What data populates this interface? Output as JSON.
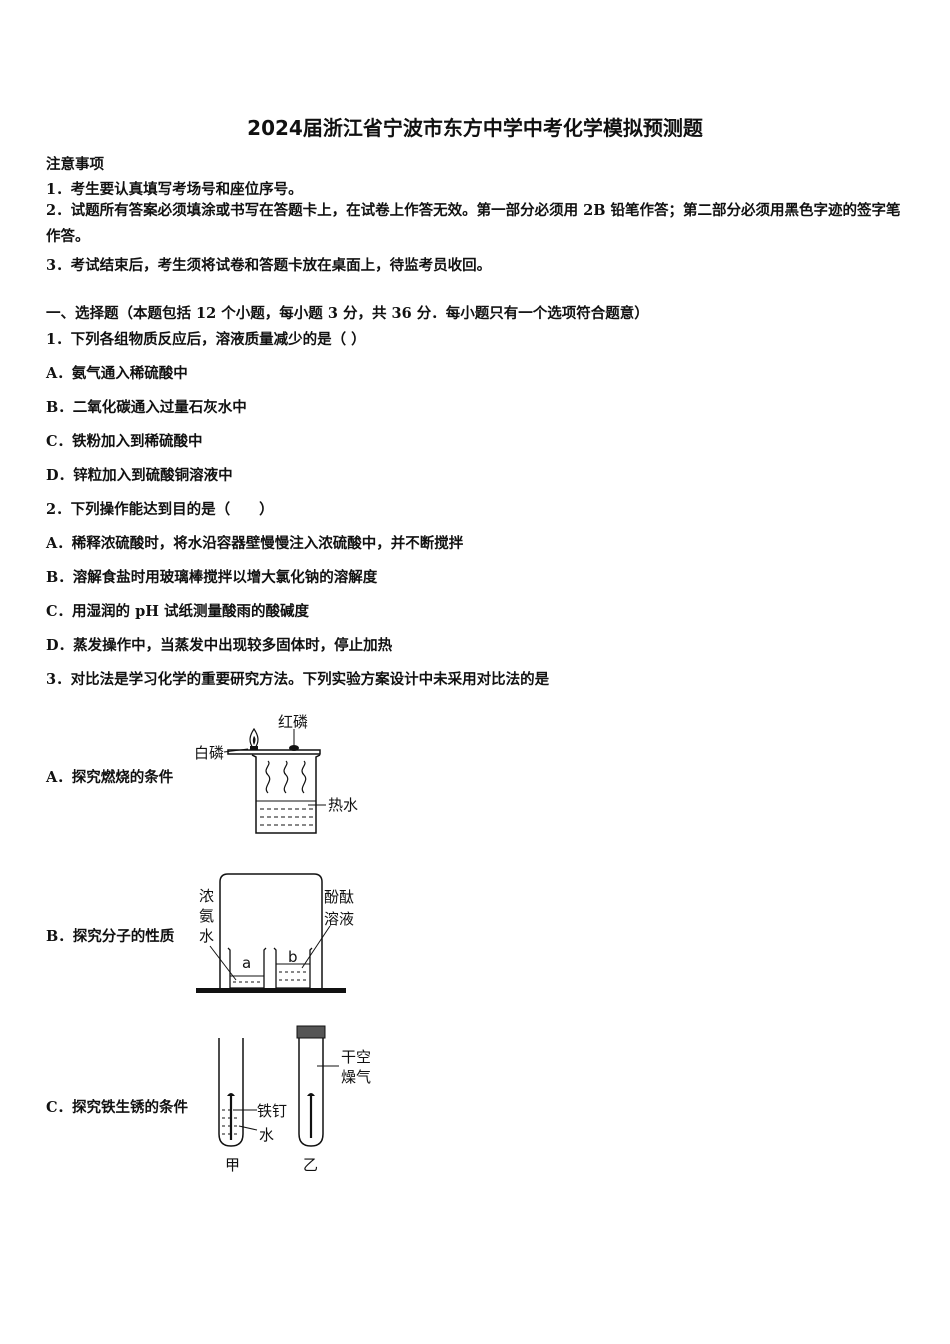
{
  "title": "2024届浙江省宁波市东方中学中考化学模拟预测题",
  "notice": {
    "heading": "注意事项",
    "items": [
      "1．考生要认真填写考场号和座位序号。",
      "2．试题所有答案必须填涂或书写在答题卡上，在试卷上作答无效。第一部分必须用 2B 铅笔作答；第二部分必须用黑色字迹的签字笔作答。",
      "3．考试结束后，考生须将试卷和答题卡放在桌面上，待监考员收回。"
    ]
  },
  "section": "一、选择题（本题包括 12 个小题，每小题 3 分，共 36 分．每小题只有一个选项符合题意）",
  "questions": [
    {
      "stem": "1．下列各组物质反应后，溶液质量减少的是（ ）",
      "options": [
        "A．氨气通入稀硫酸中",
        "B．二氧化碳通入过量石灰水中",
        "C．铁粉加入到稀硫酸中",
        "D．锌粒加入到硫酸铜溶液中"
      ]
    },
    {
      "stem": "2．下列操作能达到目的是（　　）",
      "options": [
        "A．稀释浓硫酸时，将水沿容器壁慢慢注入浓硫酸中，并不断搅拌",
        "B．溶解食盐时用玻璃棒搅拌以增大氯化钠的溶解度",
        "C．用湿润的 pH 试纸测量酸雨的酸碱度",
        "D．蒸发操作中，当蒸发中出现较多固体时，停止加热"
      ]
    },
    {
      "stem": "3．对比法是学习化学的重要研究方法。下列实验方案设计中未采用对比法的是",
      "options": [
        "A．探究燃烧的条件",
        "B．探究分子的性质",
        "C．探究铁生锈的条件"
      ]
    }
  ],
  "figures": {
    "combustion": {
      "red_p": "红磷",
      "white_p": "白磷",
      "water": "热水"
    },
    "molecule": {
      "ammonia": [
        "浓",
        "氨",
        "水"
      ],
      "phenol": [
        "酚酞",
        "溶液"
      ],
      "a": "a",
      "b": "b"
    },
    "rust": {
      "nail": "铁钉",
      "water": "水",
      "dry": [
        "干空",
        "燥气"
      ],
      "jia": "甲",
      "yi": "乙"
    }
  }
}
